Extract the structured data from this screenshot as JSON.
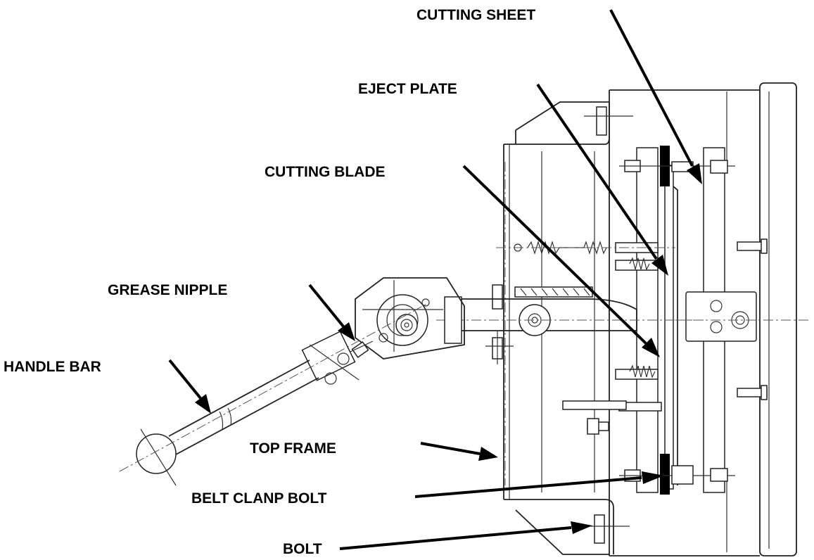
{
  "labels": {
    "cutting_sheet": "CUTTING SHEET",
    "eject_plate": "EJECT PLATE",
    "cutting_blade": "CUTTING BLADE",
    "grease_nipple": "GREASE NIPPLE",
    "handle_bar": "HANDLE BAR",
    "top_frame": "TOP FRAME",
    "belt_clamp_bolt": "BELT CLANP BOLT",
    "bolt": "BOLT"
  }
}
